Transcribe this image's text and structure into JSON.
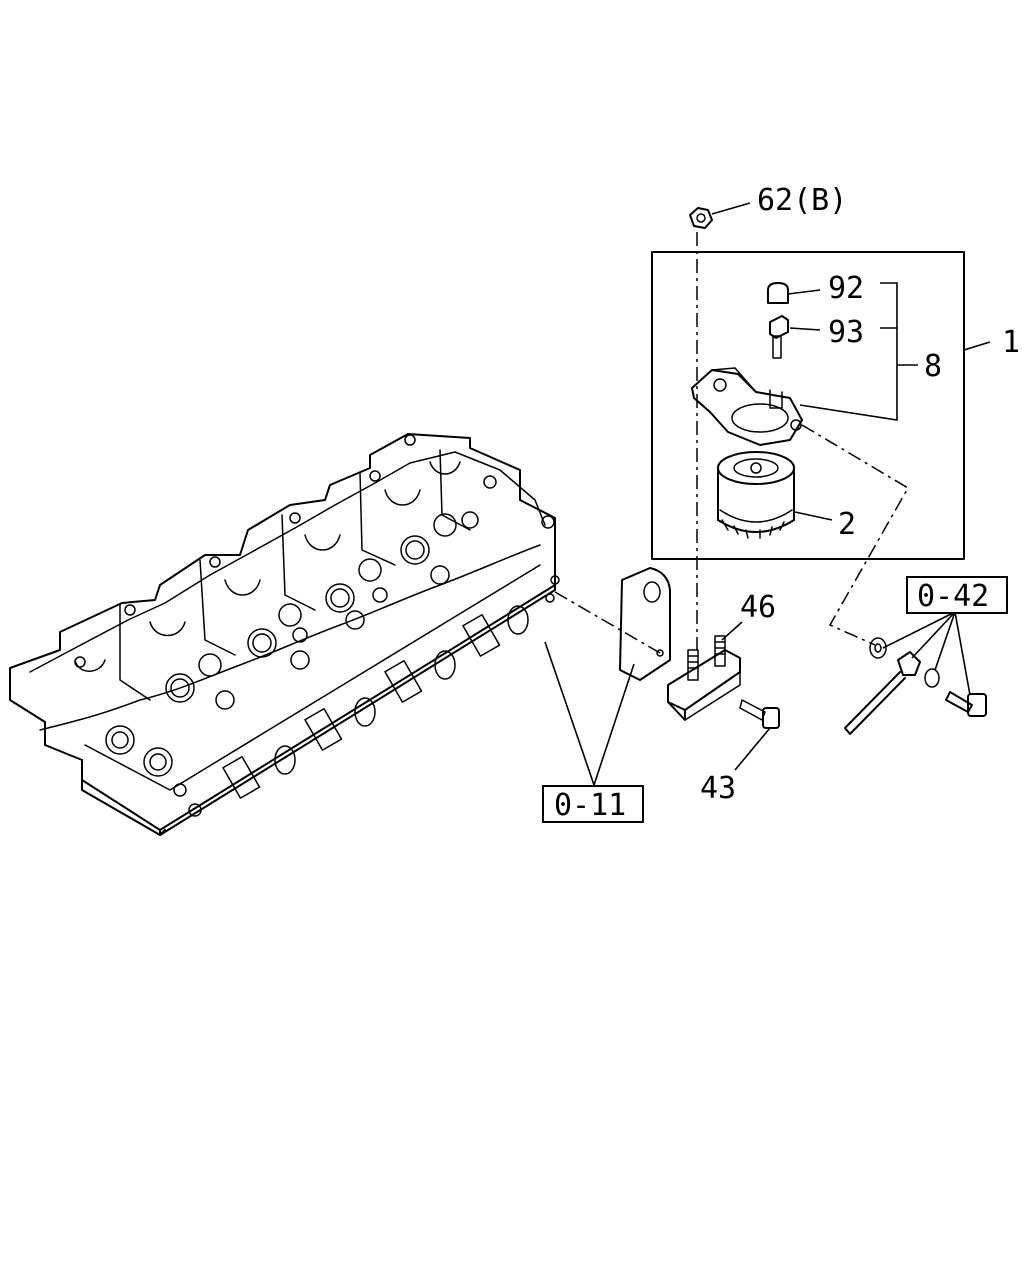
{
  "callouts": {
    "nut": "62(B)",
    "assembly": "1",
    "sub_assembly": "8",
    "cap": "92",
    "bleeder": "93",
    "filter": "2",
    "stud": "46",
    "bolt": "43"
  },
  "references": {
    "head_ref": "0-11",
    "fuel_line_ref": "0-42"
  }
}
